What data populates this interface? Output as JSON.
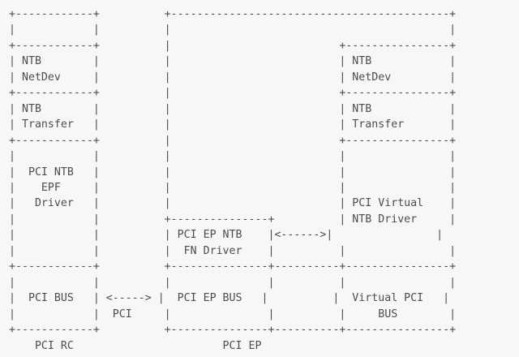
{
  "diagram": {
    "lines": [
      "+------------+          +-------------------------------------------+",
      "|            |          |                                           |",
      "+------------+          |                          +----------------+",
      "| NTB        |          |                          | NTB            |",
      "| NetDev     |          |                          | NetDev         |",
      "+------------+          |                          +----------------+",
      "| NTB        |          |                          | NTB            |",
      "| Transfer   |          |                          | Transfer       |",
      "+------------+          |                          +----------------+",
      "|            |          |                          |                |",
      "|  PCI NTB   |          |                          |                |",
      "|    EPF     |          |                          |                |",
      "|   Driver   |          |                          | PCI Virtual    |",
      "|            |          +---------------+          | NTB Driver     |",
      "|            |          | PCI EP NTB    |<------>|                |",
      "|            |          |  FN Driver    |          |                |",
      "+------------+          +---------------+----------+----------------+",
      "|            |          |               |          |                |",
      "|  PCI BUS   | <-----> |  PCI EP BUS   |          |  Virtual PCI   |",
      "|            |  PCI     |               |          |     BUS        |",
      "+------------+          +---------------+----------+----------------+",
      "    PCI RC                       PCI EP"
    ]
  }
}
